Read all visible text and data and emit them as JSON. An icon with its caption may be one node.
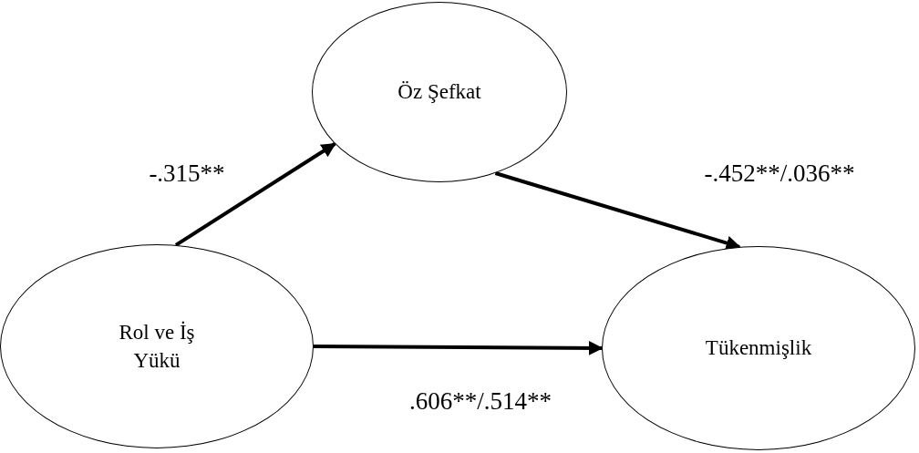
{
  "diagram": {
    "nodes": [
      {
        "text": [
          "Öz Şefkat"
        ]
      },
      {
        "text": [
          "Rol ve İş Yükü"
        ]
      },
      {
        "text": [
          "Tükenmişlik"
        ]
      }
    ],
    "edges": [
      {
        "from": 1,
        "to": 0,
        "arrow": "to",
        "label": "-.315**"
      },
      {
        "from": 0,
        "to": 2,
        "arrow": "to",
        "label": "-.452**/.036**"
      },
      {
        "from": 1,
        "to": 2,
        "arrow": "to",
        "label": ".606**/.514**"
      }
    ]
  }
}
